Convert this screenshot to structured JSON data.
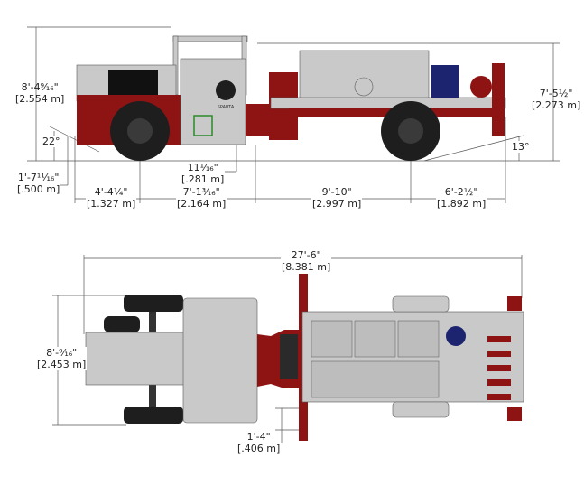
{
  "side_view": {
    "overall_height": {
      "imperial": "8'-4⁹⁄₁₆\"",
      "metric": "[2.554 m]"
    },
    "approach_angle": "22°",
    "front_height": {
      "imperial": "1'-7¹¹⁄₁₆\"",
      "metric": "[.500 m]"
    },
    "front_overhang": {
      "imperial": "4'-4¼\"",
      "metric": "[1.327 m]"
    },
    "ground_clearance": {
      "imperial": "11¹⁄₁₆\"",
      "metric": "[.281 m]"
    },
    "tractor_wheelbase": {
      "imperial": "7'-1³⁄₁₆\"",
      "metric": "[2.164 m]"
    },
    "trailer_length": {
      "imperial": "9'-10\"",
      "metric": "[2.997 m]"
    },
    "rear_overhang": {
      "imperial": "6'-2½\"",
      "metric": "[1.892 m]"
    },
    "trailer_height": {
      "imperial": "7'-5½\"",
      "metric": "[2.273 m]"
    },
    "departure_angle": "13°",
    "logo_text": "SPARTA"
  },
  "top_view": {
    "overall_length": {
      "imperial": "27'-6\"",
      "metric": "[8.381 m]"
    },
    "overall_width": {
      "imperial": "8'-⁹⁄₁₆\"",
      "metric": "[2.453 m]"
    },
    "outrigger_offset": {
      "imperial": "1'-4\"",
      "metric": "[.406 m]"
    }
  },
  "colors": {
    "red": "#8e1414",
    "gray": "#c9c9c9",
    "dark": "#1e1e1e",
    "blue": "#1c2470",
    "green": "#2a8a2a"
  }
}
